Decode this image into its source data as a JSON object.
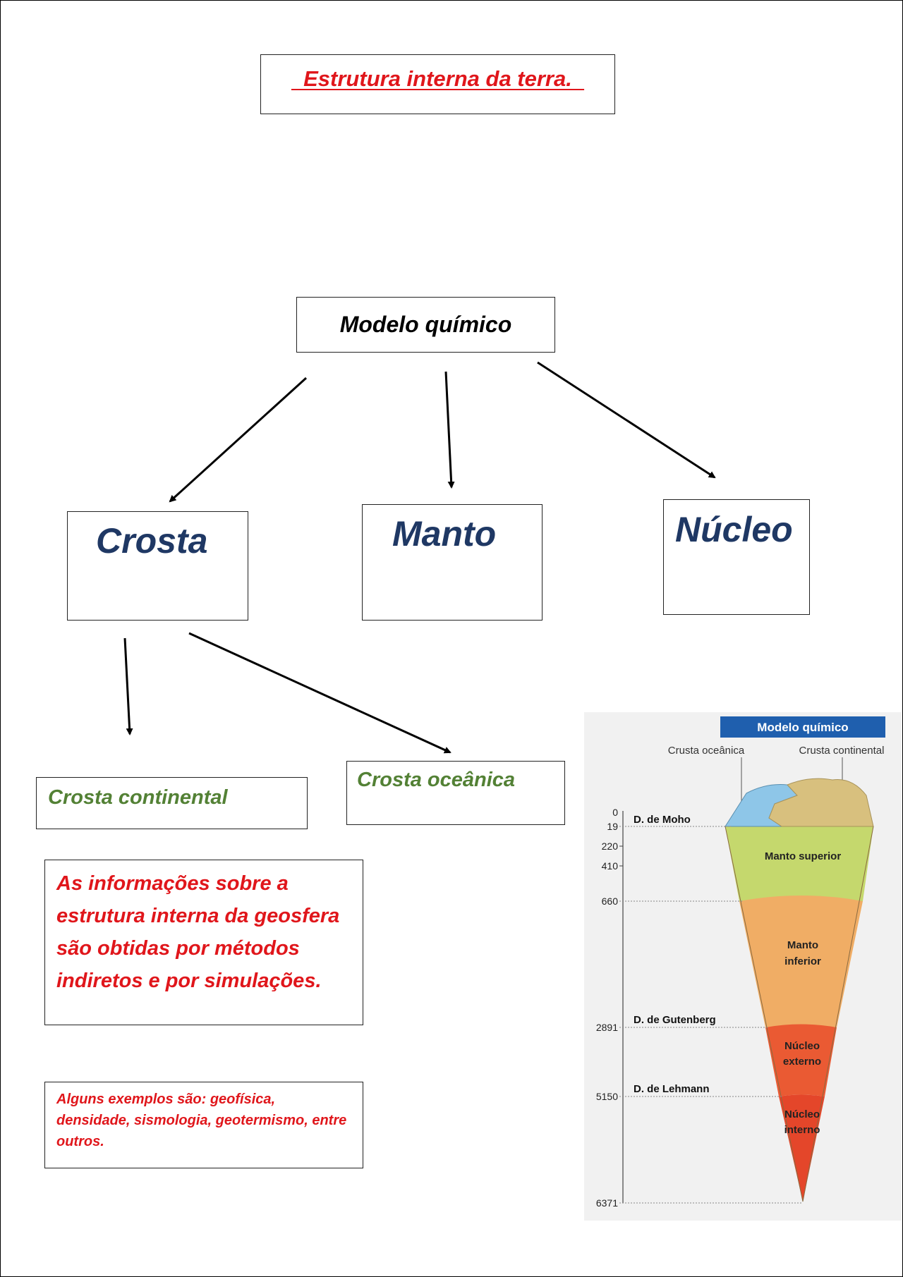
{
  "title": "  Estrutura interna da terra.  ",
  "root": {
    "label": "Modelo químico"
  },
  "layers": {
    "crosta": "Crosta",
    "manto": "Manto",
    "nucleo": "Núcleo"
  },
  "crust_types": {
    "continental": "Crosta continental",
    "oceanica": "Crosta oceânica"
  },
  "info": "As informações sobre a estrutura interna da geosfera são obtidas por métodos indiretos e por simulações.",
  "examples": "Alguns exemplos são: geofísica, densidade, sismologia, geotermismo, entre outros.",
  "figure": {
    "header": "Modelo químico",
    "crust_labels": {
      "oceanic": "Crusta oceânica",
      "continental": "Crusta continental"
    },
    "depths": [
      "0",
      "19",
      "220",
      "410",
      "660",
      "2891",
      "5150",
      "6371"
    ],
    "discontinuities": {
      "moho": "D. de Moho",
      "gutenberg": "D. de Gutenberg",
      "lehmann": "D. de Lehmann"
    },
    "layers": {
      "manto_superior": "Manto superior",
      "manto_inferior_1": "Manto",
      "manto_inferior_2": "inferior",
      "nucleo_externo_1": "Núcleo",
      "nucleo_externo_2": "externo",
      "nucleo_interno_1": "Núcleo",
      "nucleo_interno_2": "interno"
    },
    "colors": {
      "header_bg": "#1f5fae",
      "manto_superior": "#c5d86d",
      "manto_inferior": "#f0ad65",
      "nucleo_externo": "#ea5a33",
      "nucleo_interno": "#e4462a",
      "ocean": "#8ec6e8",
      "continent": "#d8c07e"
    }
  }
}
